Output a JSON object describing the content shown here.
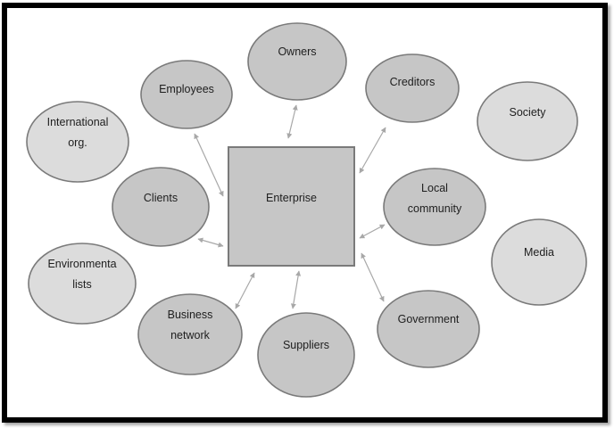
{
  "diagram": {
    "title": "Enterprise stakeholders",
    "center": {
      "id": "enterprise",
      "label": [
        "Enterprise"
      ]
    },
    "colors": {
      "frame": "#000000",
      "inner_fill": "#c6c6c6",
      "outer_fill": "#dcdcdc",
      "stroke": "#7a7a7a",
      "arrow": "#a8a8a8",
      "text": "#1e1e1e"
    },
    "stakeholders": [
      {
        "id": "owners",
        "label": [
          "Owners"
        ],
        "ring": "inner",
        "connected": true
      },
      {
        "id": "employees",
        "label": [
          "Employees"
        ],
        "ring": "inner",
        "connected": true
      },
      {
        "id": "creditors",
        "label": [
          "Creditors"
        ],
        "ring": "inner",
        "connected": true
      },
      {
        "id": "society",
        "label": [
          "Society"
        ],
        "ring": "outer",
        "connected": false
      },
      {
        "id": "international-org",
        "label": [
          "International",
          "org."
        ],
        "ring": "outer",
        "connected": false
      },
      {
        "id": "clients",
        "label": [
          "Clients"
        ],
        "ring": "inner",
        "connected": true
      },
      {
        "id": "local-community",
        "label": [
          "Local",
          "community"
        ],
        "ring": "inner",
        "connected": true
      },
      {
        "id": "media",
        "label": [
          "Media"
        ],
        "ring": "outer",
        "connected": false
      },
      {
        "id": "environmentalists",
        "label": [
          "Environmenta",
          "lists"
        ],
        "ring": "outer",
        "connected": false
      },
      {
        "id": "business-network",
        "label": [
          "Business",
          "network"
        ],
        "ring": "inner",
        "connected": true
      },
      {
        "id": "suppliers",
        "label": [
          "Suppliers"
        ],
        "ring": "inner",
        "connected": true
      },
      {
        "id": "government",
        "label": [
          "Government"
        ],
        "ring": "inner",
        "connected": true
      }
    ],
    "connections": [
      {
        "from": "enterprise",
        "to": "owners",
        "type": "bidirectional"
      },
      {
        "from": "enterprise",
        "to": "employees",
        "type": "bidirectional"
      },
      {
        "from": "enterprise",
        "to": "creditors",
        "type": "bidirectional"
      },
      {
        "from": "enterprise",
        "to": "clients",
        "type": "bidirectional"
      },
      {
        "from": "enterprise",
        "to": "local-community",
        "type": "bidirectional"
      },
      {
        "from": "enterprise",
        "to": "business-network",
        "type": "bidirectional"
      },
      {
        "from": "enterprise",
        "to": "suppliers",
        "type": "bidirectional"
      },
      {
        "from": "enterprise",
        "to": "government",
        "type": "bidirectional"
      }
    ]
  }
}
